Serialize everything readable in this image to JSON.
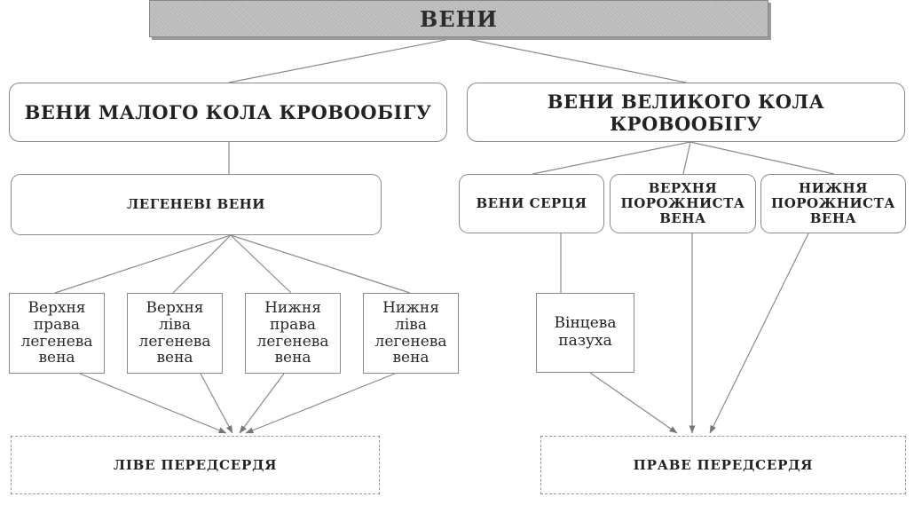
{
  "title": "ВЕНИ",
  "circles": {
    "small": "ВЕНИ МАЛОГО КОЛА КРОВООБІГУ",
    "large": "ВЕНИ ВЕЛИКОГО КОЛА КРОВООБІГУ"
  },
  "pulmonary": {
    "group_label": "ЛЕГЕНЕВІ ВЕНИ",
    "veins": [
      [
        "Верхня",
        "права",
        "легенева",
        "вена"
      ],
      [
        "Верхня",
        "ліва",
        "легенева",
        "вена"
      ],
      [
        "Нижня",
        "права",
        "легенева",
        "вена"
      ],
      [
        "Нижня",
        "ліва",
        "легенева",
        "вена"
      ]
    ]
  },
  "systemic": {
    "heart_veins": "ВЕНИ СЕРЦЯ",
    "superior_vena_cava": [
      "ВЕРХНЯ",
      "ПОРОЖНИСТА",
      "ВЕНА"
    ],
    "inferior_vena_cava": [
      "НИЖНЯ",
      "ПОРОЖНИСТА",
      "ВЕНА"
    ],
    "coronary_sinus": [
      "Вінцева",
      "пазуха"
    ]
  },
  "targets": {
    "left_atrium": "ЛІВЕ ПЕРЕДСЕРДЯ",
    "right_atrium": "ПРАВЕ ПЕРЕДСЕРДЯ"
  }
}
